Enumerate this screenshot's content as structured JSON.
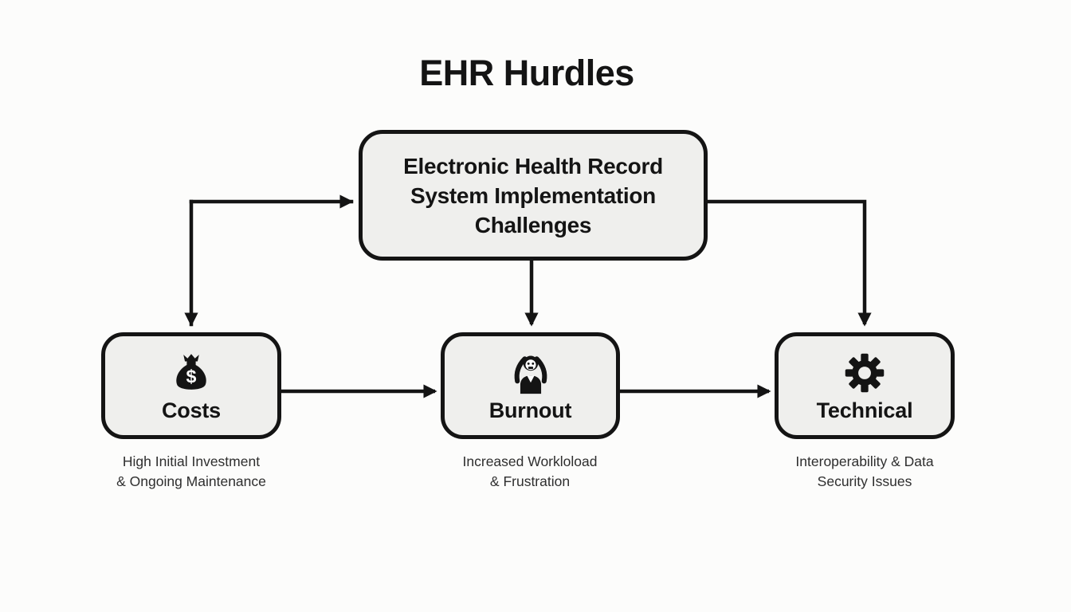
{
  "title": "EHR Hurdles",
  "root_node": {
    "lines": [
      "Electronic Health Record",
      "System Implementation",
      "Challenges"
    ]
  },
  "nodes": [
    {
      "id": "costs",
      "label": "Costs",
      "icon": "money-bag-icon",
      "caption_lines": [
        "High Initial Investment",
        "& Ongoing Maintenance"
      ]
    },
    {
      "id": "burnout",
      "label": "Burnout",
      "icon": "stressed-person-icon",
      "caption_lines": [
        "Increased Workloload",
        "& Frustration"
      ]
    },
    {
      "id": "technical",
      "label": "Technical",
      "icon": "gear-icon",
      "caption_lines": [
        "Interoperability & Data",
        "Security Issues"
      ]
    }
  ],
  "edges": [
    {
      "from": "costs",
      "to": "root"
    },
    {
      "from": "root",
      "to": "costs"
    },
    {
      "from": "root",
      "to": "burnout"
    },
    {
      "from": "root",
      "to": "technical"
    },
    {
      "from": "costs",
      "to": "burnout"
    },
    {
      "from": "burnout",
      "to": "technical"
    }
  ],
  "colors": {
    "background": "#fcfcfb",
    "node_fill": "#efefed",
    "node_border": "#141414",
    "title_text": "#141414",
    "caption_text": "#2e2e2e"
  }
}
